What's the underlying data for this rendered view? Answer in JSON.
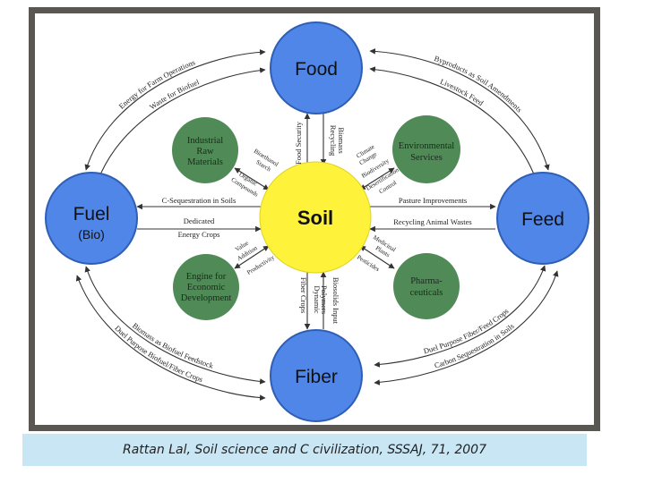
{
  "nodes": {
    "food": "Food",
    "fuel": "Fuel",
    "fuel_sub": "(Bio)",
    "feed": "Feed",
    "fiber": "Fiber",
    "soil": "Soil"
  },
  "green_nodes": {
    "industrial": [
      "Industrial",
      "Raw",
      "Materials"
    ],
    "environmental": [
      "Environmental",
      "Services"
    ],
    "engine": [
      "Engine for",
      "Economic",
      "Development"
    ],
    "pharma": [
      "Pharma-",
      "ceuticals"
    ]
  },
  "outer_labels": {
    "fuel_food_1": "Energy for Farm Operations",
    "fuel_food_2": "Waste for Biofuel",
    "food_feed_1": "Byproducts as Soil Amendments",
    "food_feed_2": "Livestock Feed",
    "fuel_fiber_1": "Biomass as Biofuel Feedstock",
    "fuel_fiber_2": "Duel Purpose Biofuel/Fiber Crops",
    "fiber_feed_1": "Duel Purpose Fiber/Feed Crops",
    "fiber_feed_2": "Carbon Sequestration in Soils"
  },
  "inner_labels": {
    "food_security": "Food Security",
    "recycling_biomass_1": "Recycling",
    "recycling_biomass_2": "Biomass",
    "c_sequestration": "C-Sequestration in Soils",
    "dedicated": "Dedicated",
    "energy_crops": "Energy Crops",
    "pasture": "Pasture Improvements",
    "recycling_wastes": "Recycling Animal Wastes",
    "fiber_crops": "Fiber Crops",
    "dynamic_polymers_1": "Dynamic",
    "dynamic_polymers_2": "Polymers",
    "biosolids": "Biosolids Input"
  },
  "small_labels": {
    "bioethanol": "Bioethanol",
    "starch": "Starch",
    "organic": "Organic",
    "compounds": "Compounds",
    "climate": "Climate",
    "change": "Change",
    "biodiversity": "Biodiversity",
    "desertification": "Desertification",
    "control": "Control",
    "value": "Value",
    "addition": "Addition",
    "productivity": "Productivity",
    "medicinal": "Medicinal",
    "plants": "Plants",
    "pesticides": "Pesticides"
  },
  "caption": "Rattan Lal, Soil science and C civilization, SSSAJ, 71, 2007",
  "colors": {
    "blue_node": "#4f86e8",
    "blue_stroke": "#2f5fb5",
    "soil_node": "#fff23a",
    "green_node": "#4f8a57",
    "frame": "#5a5651",
    "caption_bg": "#c9e6f5"
  }
}
